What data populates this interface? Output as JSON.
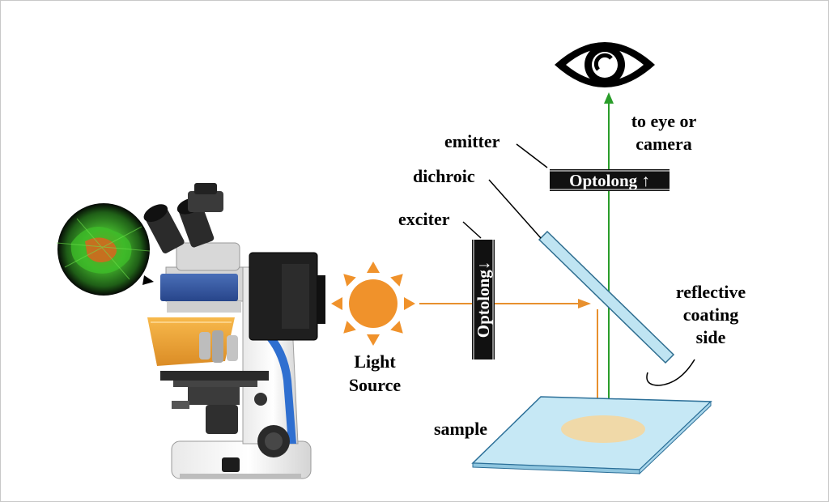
{
  "labels": {
    "to_eye": [
      "to eye or",
      "camera"
    ],
    "emitter": "emitter",
    "dichroic": "dichroic",
    "exciter": "exciter",
    "light_source": [
      "Light",
      "Source"
    ],
    "reflective": [
      "reflective",
      "coating",
      "side"
    ],
    "sample": "sample"
  },
  "filters": {
    "emitter_filter": "Optolong ↑",
    "exciter_filter": "Optolong↓"
  },
  "colors": {
    "excitation_beam": "#e8902e",
    "emission_beam": "#2a9d2a",
    "sun": "#f0922b",
    "slide": "#c6e8f5",
    "sample_spot": "#f0d9a8",
    "dichroic_glass": "#bfe4f2"
  },
  "icons": {
    "eye": "eye-icon",
    "sun": "sun-icon",
    "microscope": "microscope-icon",
    "cell_image": "fluorescent-cell-icon"
  }
}
